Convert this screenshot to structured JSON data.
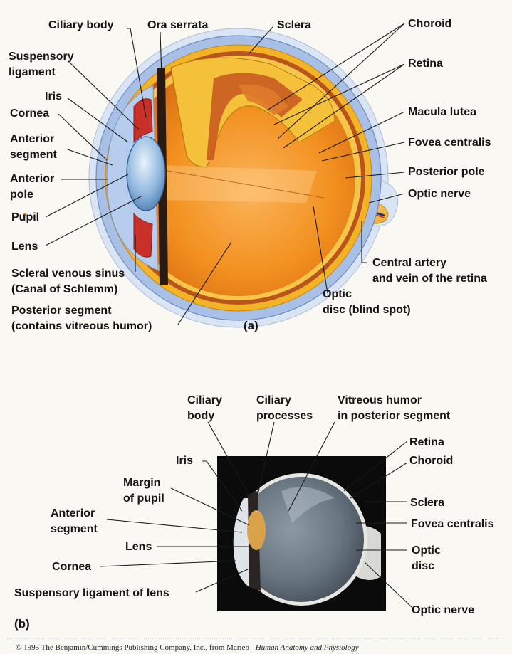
{
  "figure_a": {
    "panel_label": "(a)",
    "labels": {
      "ciliary_body": "Ciliary body",
      "ora_serrata": "Ora serrata",
      "sclera": "Sclera",
      "choroid": "Choroid",
      "suspensory_ligament_1": "Suspensory",
      "suspensory_ligament_2": "ligament",
      "retina": "Retina",
      "iris": "Iris",
      "cornea": "Cornea",
      "macula_lutea": "Macula lutea",
      "anterior_segment_1": "Anterior",
      "anterior_segment_2": "segment",
      "fovea_centralis": "Fovea centralis",
      "anterior_pole_1": "Anterior",
      "anterior_pole_2": "pole",
      "posterior_pole": "Posterior pole",
      "optic_nerve": "Optic nerve",
      "pupil": "Pupil",
      "lens": "Lens",
      "central_artery_1": "Central artery",
      "central_artery_2": "and vein of the retina",
      "scleral_venous_sinus_1": "Scleral venous sinus",
      "scleral_venous_sinus_2": "(Canal of Schlemm)",
      "optic_disc_1": "Optic",
      "optic_disc_2": "disc (blind spot)",
      "posterior_segment_1": "Posterior segment",
      "posterior_segment_2": "(contains vitreous humor)"
    }
  },
  "figure_b": {
    "panel_label": "(b)",
    "labels": {
      "ciliary_body_1": "Ciliary",
      "ciliary_body_2": "body",
      "ciliary_processes_1": "Ciliary",
      "ciliary_processes_2": "processes",
      "vitreous_1": "Vitreous humor",
      "vitreous_2": "in posterior segment",
      "retina": "Retina",
      "iris": "Iris",
      "choroid": "Choroid",
      "margin_pupil_1": "Margin",
      "margin_pupil_2": "of pupil",
      "sclera": "Sclera",
      "anterior_segment_1": "Anterior",
      "anterior_segment_2": "segment",
      "fovea_centralis": "Fovea centralis",
      "lens": "Lens",
      "optic_disc_1": "Optic",
      "optic_disc_2": "disc",
      "cornea": "Cornea",
      "suspensory_ligament": "Suspensory ligament of lens",
      "optic_nerve": "Optic nerve"
    }
  },
  "caption": {
    "credit": "© 1995  The Benjamin/Cummings Publishing Company, Inc., from Marieb",
    "book": "Human Anatomy and Physiology"
  },
  "colors": {
    "sclera_blue": "#9fb8e2",
    "choroid_yellow": "#f2b327",
    "vitreous_orange": "#f08c1d",
    "lens_blue": "#8fb6de",
    "photo_bg": "#0b0b0b"
  }
}
